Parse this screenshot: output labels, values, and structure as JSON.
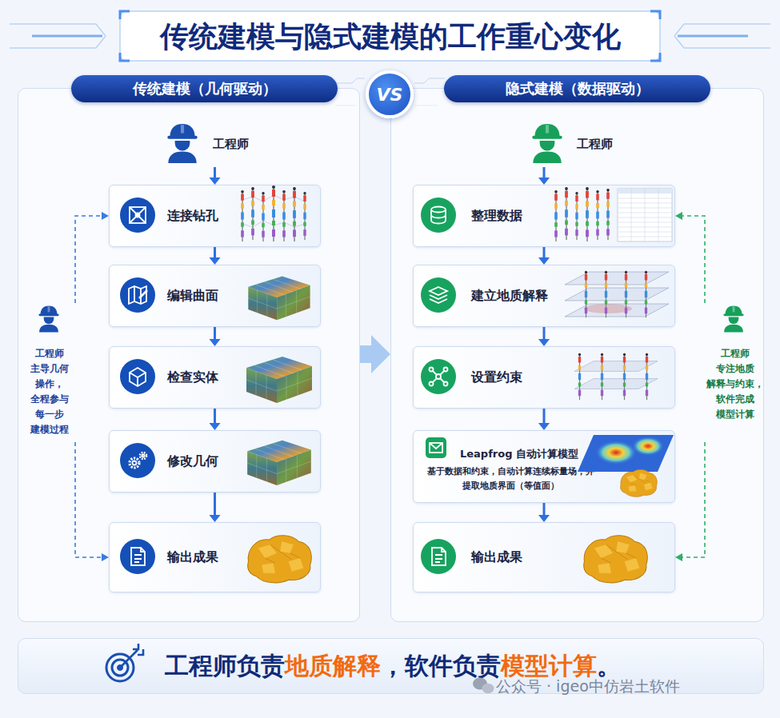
{
  "diagram": {
    "title": "传统建模与隐式建模的工作重心变化",
    "nodes": [
      {
        "text": [
          "传统建模（几何驱动）"
        ]
      },
      {
        "text": [
          "工程师"
        ],
        "in": 0
      },
      {
        "text": [
          "连接钻孔"
        ],
        "in": 0
      },
      {
        "text": [
          "编辑曲面"
        ],
        "in": 0
      },
      {
        "text": [
          "检查实体"
        ],
        "in": 0
      },
      {
        "text": [
          "修改几何"
        ],
        "in": 0
      },
      {
        "text": [
          "输出成果"
        ],
        "in": 0
      },
      {
        "text": [
          "工程师 主导几何 操作， 全程参与 每一步 建模过程"
        ],
        "in": 0
      },
      {
        "text": [
          "VS"
        ]
      },
      {
        "text": [
          "隐式建模（数据驱动）"
        ]
      },
      {
        "text": [
          "工程师"
        ],
        "in": 9
      },
      {
        "text": [
          "整理数据"
        ],
        "in": 9
      },
      {
        "text": [
          "建立地质解释"
        ],
        "in": 9
      },
      {
        "text": [
          "设置约束"
        ],
        "in": 9
      },
      {
        "text": [
          "Leapfrog 自动计算模型",
          "基于数据和约束，自动计算连续标量场，并提取地质界面（等值面）"
        ],
        "in": 9
      },
      {
        "text": [
          "输出成果"
        ],
        "in": 9
      },
      {
        "text": [
          "工程师 专注地质 解释与约束， 软件完成 模型计算"
        ],
        "in": 9
      },
      {
        "text": [
          "工程师负责地质解释，软件负责模型计算。"
        ]
      }
    ],
    "edges": [
      {
        "from": 1,
        "to": 2,
        "arrow": "to"
      },
      {
        "from": 2,
        "to": 3,
        "arrow": "to"
      },
      {
        "from": 3,
        "to": 4,
        "arrow": "to"
      },
      {
        "from": 4,
        "to": 5,
        "arrow": "to"
      },
      {
        "from": 5,
        "to": 6,
        "arrow": "to"
      },
      {
        "from": 7,
        "to": 2,
        "arrow": "to"
      },
      {
        "from": 7,
        "to": 6,
        "arrow": "to"
      },
      {
        "from": 0,
        "to": 9,
        "arrow": "to"
      },
      {
        "from": 10,
        "to": 11,
        "arrow": "to"
      },
      {
        "from": 11,
        "to": 12,
        "arrow": "to"
      },
      {
        "from": 12,
        "to": 13,
        "arrow": "to"
      },
      {
        "from": 13,
        "to": 14,
        "arrow": "to"
      },
      {
        "from": 14,
        "to": 15,
        "arrow": "to"
      },
      {
        "from": 16,
        "to": 11,
        "arrow": "to"
      },
      {
        "from": 16,
        "to": 15,
        "arrow": "to"
      }
    ],
    "labels": [
      "公众号 · igeo中仿岩土软件"
    ]
  }
}
